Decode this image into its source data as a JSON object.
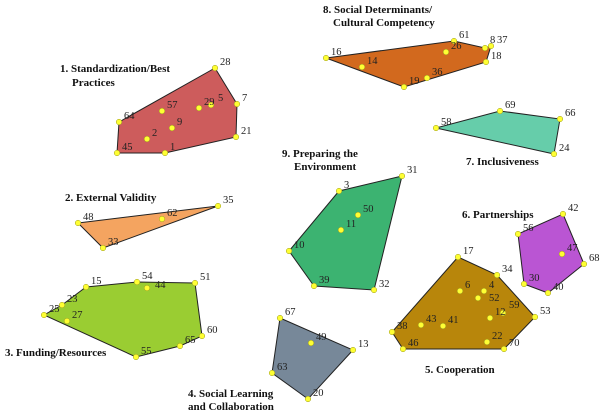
{
  "clusters": [
    {
      "id": 1,
      "name_lines": [
        "1. Standardization/Best",
        "Practices"
      ],
      "color": "#cd5c5c",
      "points": [
        "28",
        "7",
        "21",
        "1",
        "45",
        "64",
        "57",
        "9",
        "2",
        "29",
        "5"
      ]
    },
    {
      "id": 2,
      "name_lines": [
        "2. External Validity"
      ],
      "color": "#f4a460",
      "points": [
        "35",
        "48",
        "33",
        "62"
      ]
    },
    {
      "id": 3,
      "name_lines": [
        "3. Funding/Resources"
      ],
      "color": "#9acd32",
      "points": [
        "15",
        "54",
        "51",
        "60",
        "65",
        "55",
        "25",
        "23",
        "44",
        "27"
      ]
    },
    {
      "id": 4,
      "name_lines": [
        "4. Social Learning",
        "and Collaboration"
      ],
      "color": "#778899",
      "points": [
        "67",
        "13",
        "20",
        "63",
        "49"
      ]
    },
    {
      "id": 5,
      "name_lines": [
        "5. Cooperation"
      ],
      "color": "#b8860b",
      "points": [
        "17",
        "34",
        "53",
        "70",
        "46",
        "38",
        "6",
        "4",
        "52",
        "12",
        "59",
        "43",
        "41",
        "22"
      ]
    },
    {
      "id": 6,
      "name_lines": [
        "6. Partnerships"
      ],
      "color": "#ba55d3",
      "points": [
        "42",
        "68",
        "40",
        "30",
        "56",
        "47"
      ]
    },
    {
      "id": 7,
      "name_lines": [
        "7. Inclusiveness"
      ],
      "color": "#66cdaa",
      "points": [
        "58",
        "69",
        "66",
        "24"
      ]
    },
    {
      "id": 8,
      "name_lines": [
        "8. Social Determinants/",
        "Cultural Competency"
      ],
      "color": "#d2691e",
      "points": [
        "16",
        "61",
        "8",
        "37",
        "18",
        "19",
        "14",
        "26",
        "36"
      ]
    },
    {
      "id": 9,
      "name_lines": [
        "9. Preparing the",
        "Environment"
      ],
      "color": "#3cb371",
      "points": [
        "31",
        "3",
        "10",
        "39",
        "32",
        "50",
        "11"
      ]
    }
  ],
  "point_color": "#ffff33"
}
